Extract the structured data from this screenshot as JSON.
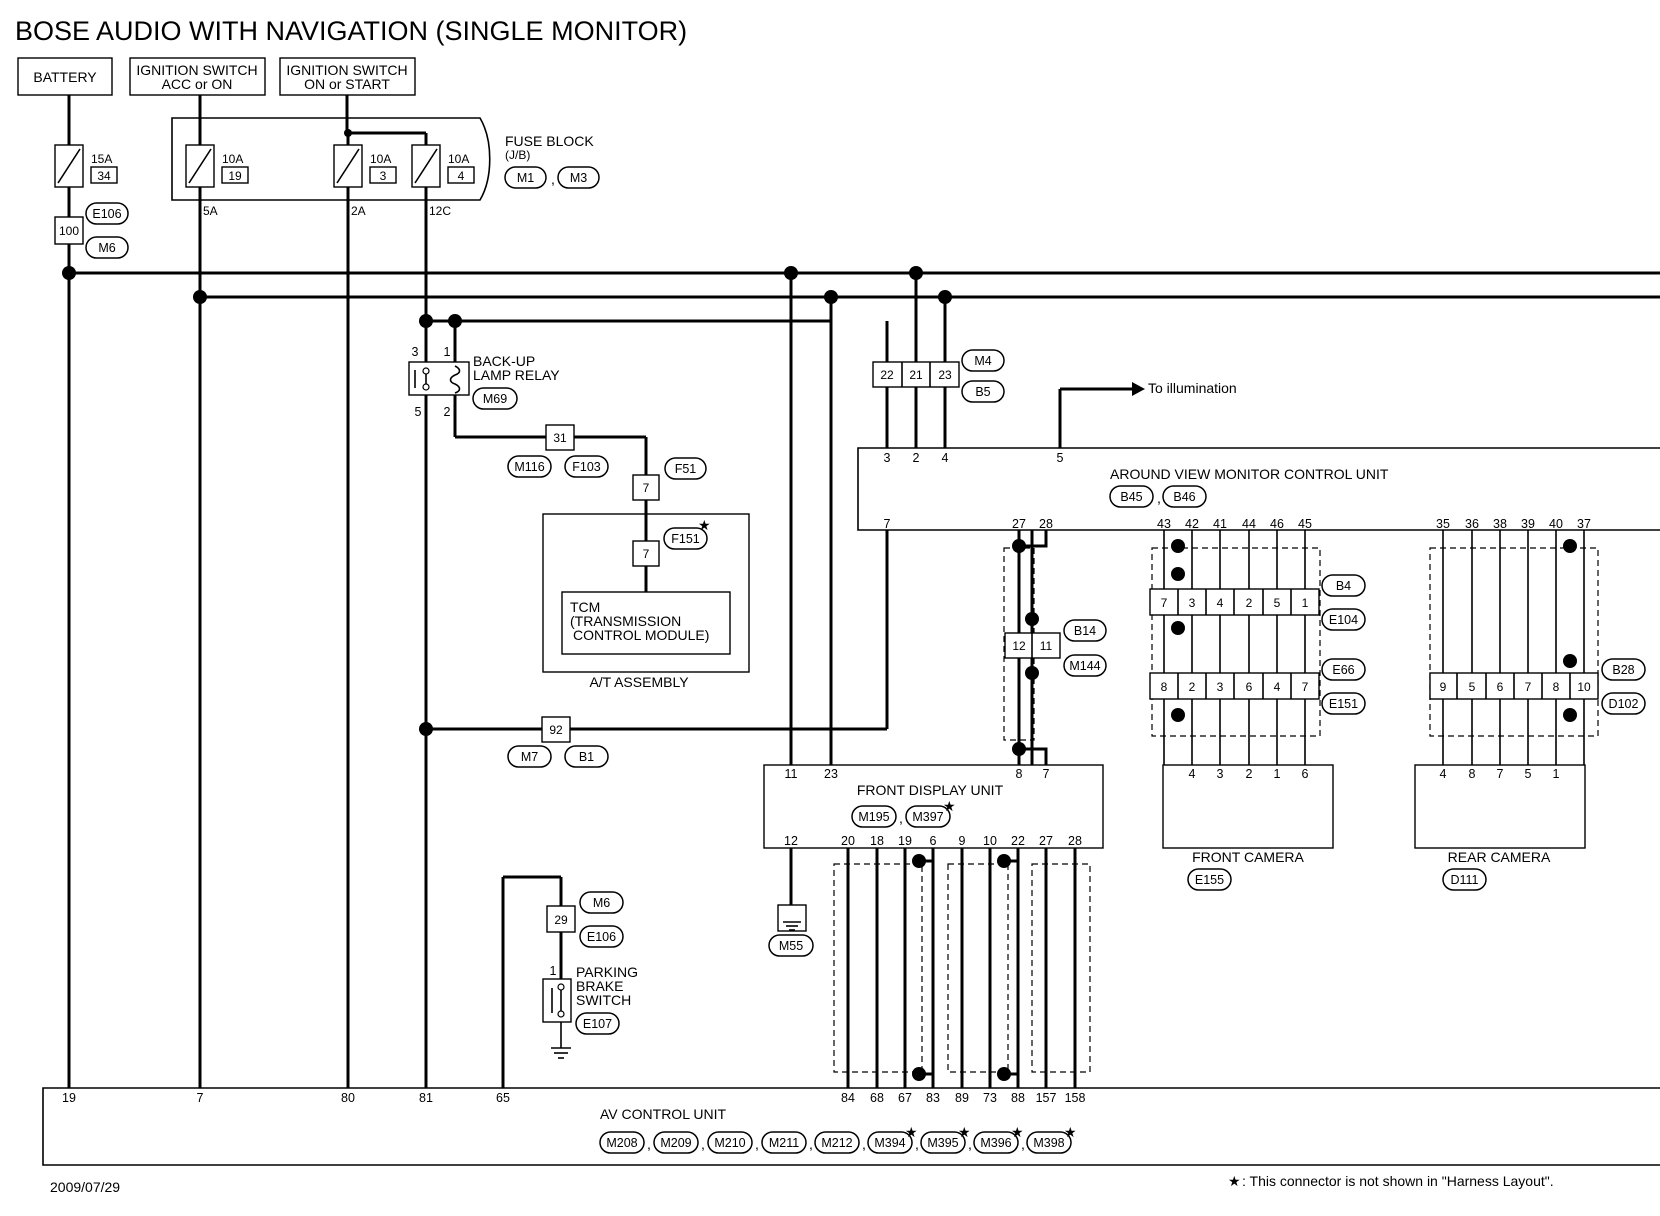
{
  "title": "BOSE AUDIO WITH NAVIGATION (SINGLE MONITOR)",
  "date": "2009/07/29",
  "footnote_mark": "★",
  "footnote": ": This connector is not shown in \"Harness Layout\".",
  "power": {
    "battery": "BATTERY",
    "ign_acc_1": "IGNITION SWITCH",
    "ign_acc_2": "ACC or ON",
    "ign_on_1": "IGNITION SWITCH",
    "ign_on_2": "ON or START"
  },
  "fuses": {
    "f15": {
      "amp": "15A",
      "num": "34"
    },
    "f19": {
      "amp": "10A",
      "num": "19"
    },
    "f3": {
      "amp": "10A",
      "num": "3"
    },
    "f4": {
      "amp": "10A",
      "num": "4"
    }
  },
  "fuse_block": {
    "label_1": "FUSE BLOCK",
    "label_2": "(J/B)",
    "conn_a": "M1",
    "conn_b": "M3",
    "term_5a": "5A",
    "term_2a": "2A",
    "term_12c": "12C"
  },
  "joint100": {
    "pin": "100",
    "conn_a": "E106",
    "conn_b": "M6"
  },
  "relay": {
    "label_1": "BACK-UP",
    "label_2": "LAMP RELAY",
    "conn": "M69",
    "pin_3": "3",
    "pin_1": "1",
    "pin_5": "5",
    "pin_2": "2"
  },
  "joint31": {
    "pin": "31",
    "conn_a": "M116",
    "conn_b": "F103"
  },
  "f51": {
    "pin": "7",
    "conn": "F51"
  },
  "f151": {
    "pin": "7",
    "conn": "F151",
    "star": "★"
  },
  "tcm": {
    "line_1": "TCM",
    "line_2": "(TRANSMISSION",
    "line_3": "CONTROL MODULE)",
    "assembly": "A/T ASSEMBLY"
  },
  "joint92": {
    "pin": "92",
    "conn_a": "M7",
    "conn_b": "B1"
  },
  "avm_joint": {
    "p22": "22",
    "p21": "21",
    "p23": "23",
    "conn_a": "M4",
    "conn_b": "B5"
  },
  "avm": {
    "name": "AROUND VIEW MONITOR CONTROL UNIT",
    "conn_a": "B45",
    "conn_b": "B46",
    "to_illum": "To illumination",
    "top_pins": {
      "p3": "3",
      "p2": "2",
      "p4": "4",
      "p5": "5"
    },
    "bottom_pins": [
      "7",
      "27",
      "28",
      "43",
      "42",
      "41",
      "44",
      "46",
      "45",
      "35",
      "36",
      "38",
      "39",
      "40",
      "37"
    ]
  },
  "b14": {
    "pins": [
      "12",
      "11"
    ],
    "conn_a": "B14",
    "conn_b": "M144"
  },
  "b4": {
    "pins": [
      "7",
      "3",
      "4",
      "2",
      "5",
      "1"
    ],
    "conn_a": "B4",
    "conn_b": "E104"
  },
  "e66": {
    "pins": [
      "8",
      "2",
      "3",
      "6",
      "4",
      "7"
    ],
    "conn_a": "E66",
    "conn_b": "E151"
  },
  "b28": {
    "pins": [
      "9",
      "5",
      "6",
      "7",
      "8",
      "10"
    ],
    "conn_a": "B28",
    "conn_b": "D102"
  },
  "fdu": {
    "name": "FRONT DISPLAY UNIT",
    "conn_a": "M195",
    "conn_b": "M397",
    "star": "★",
    "top_pins": [
      "11",
      "23",
      "8",
      "7"
    ],
    "bottom_pins": [
      "12",
      "20",
      "18",
      "19",
      "6",
      "9",
      "10",
      "22",
      "27",
      "28"
    ]
  },
  "ground_m55": "M55",
  "front_camera": {
    "name": "FRONT CAMERA",
    "conn": "E155",
    "pins": [
      "4",
      "3",
      "2",
      "1",
      "6"
    ]
  },
  "rear_camera": {
    "name": "REAR CAMERA",
    "conn": "D111",
    "pins": [
      "4",
      "8",
      "7",
      "5",
      "1"
    ]
  },
  "parking": {
    "joint_pin": "29",
    "conn_a": "M6",
    "conn_b": "E106",
    "pin": "1",
    "label_1": "PARKING",
    "label_2": "BRAKE",
    "label_3": "SWITCH",
    "conn": "E107"
  },
  "av_unit": {
    "name": "AV CONTROL UNIT",
    "pins": [
      "19",
      "7",
      "80",
      "81",
      "65",
      "84",
      "68",
      "67",
      "83",
      "89",
      "73",
      "88",
      "157",
      "158"
    ],
    "connectors": [
      "M208",
      "M209",
      "M210",
      "M211",
      "M212",
      "M394",
      "M395",
      "M396",
      "M398"
    ],
    "star": "★"
  }
}
